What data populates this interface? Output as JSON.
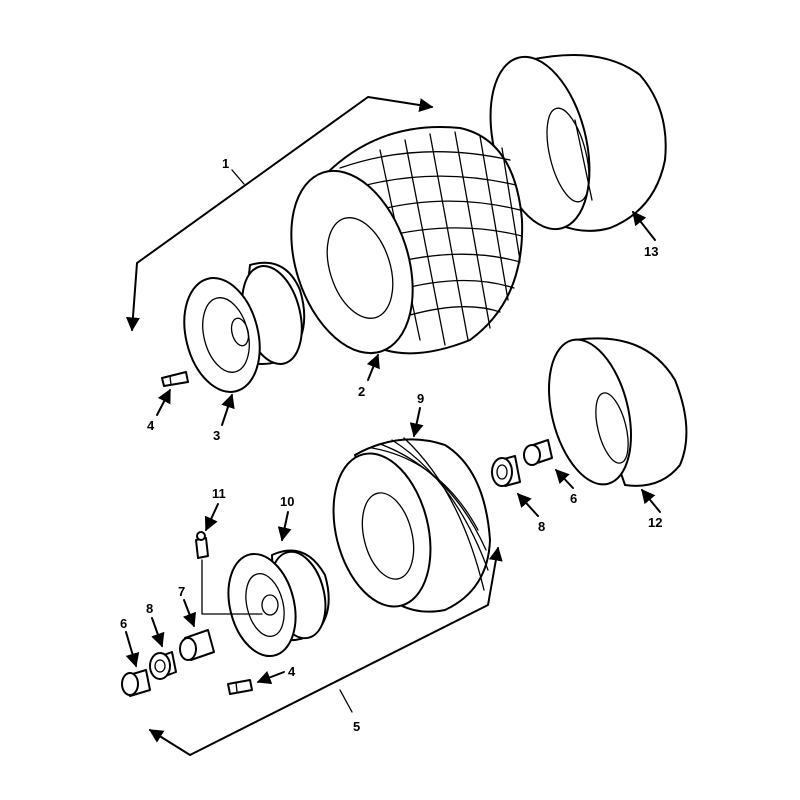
{
  "callouts": [
    {
      "id": "c1",
      "text": "1"
    },
    {
      "id": "c2",
      "text": "2"
    },
    {
      "id": "c3",
      "text": "3"
    },
    {
      "id": "c4a",
      "text": "4"
    },
    {
      "id": "c4b",
      "text": "4"
    },
    {
      "id": "c5",
      "text": "5"
    },
    {
      "id": "c6a",
      "text": "6"
    },
    {
      "id": "c6b",
      "text": "6"
    },
    {
      "id": "c7",
      "text": "7"
    },
    {
      "id": "c8a",
      "text": "8"
    },
    {
      "id": "c8b",
      "text": "8"
    },
    {
      "id": "c9",
      "text": "9"
    },
    {
      "id": "c10",
      "text": "10"
    },
    {
      "id": "c11",
      "text": "11"
    },
    {
      "id": "c12",
      "text": "12"
    },
    {
      "id": "c13",
      "text": "13"
    }
  ]
}
